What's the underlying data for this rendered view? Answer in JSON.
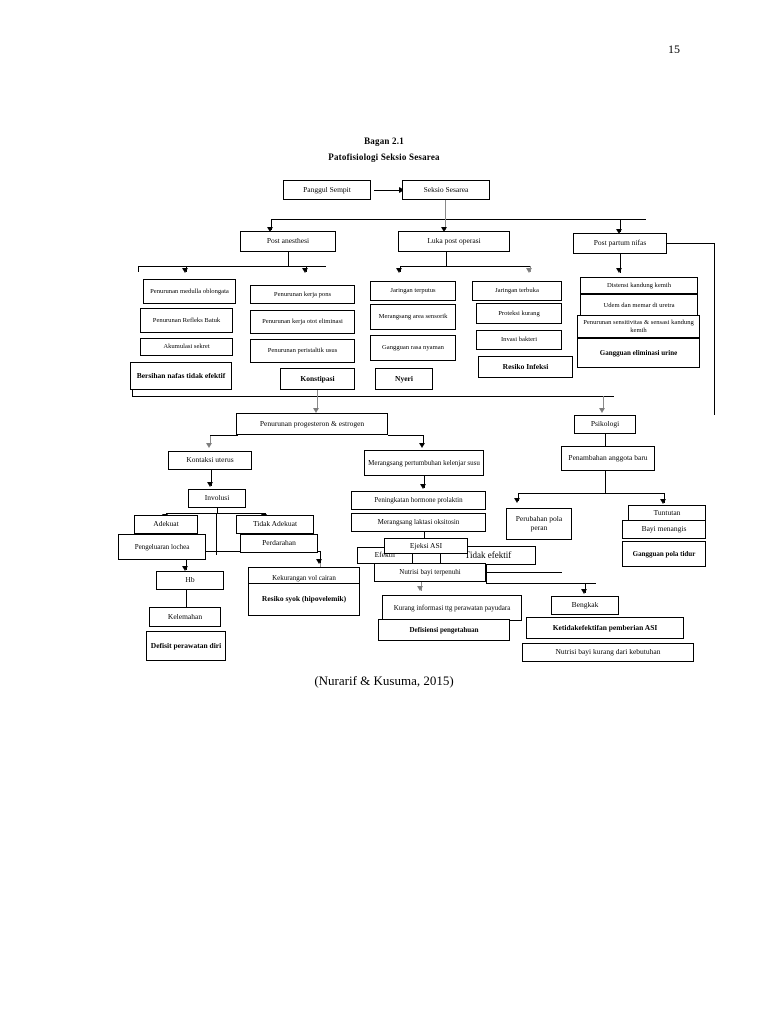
{
  "page": {
    "number": "15"
  },
  "header": {
    "title_line1": "Bagan 2.1",
    "title_line2": "Patofisiologi Seksio Sesarea"
  },
  "footer": {
    "credit": "(Nurarif & Kusuma, 2015)"
  },
  "diagram": {
    "type": "flowchart",
    "nodes": {
      "panggul_sempit": "Panggul Sempit",
      "seksio_sesarea": "Seksio Sesarea",
      "post_anesthesi": "Post anesthesi",
      "luka_post_operasi": "Luka post operasi",
      "post_partum_nifas": "Post partum nifas",
      "penurunan_medulla": "Penurunan medulla oblongata",
      "penurunan_refleks_batuk": "Penurunan Refleks Batuk",
      "akumulasi_sekret": "Akumulasi sekret",
      "bersihan_nafas": "Bersihan nafas tidak efektif",
      "penurunan_kerja_pons": "Penurunan kerja pons",
      "penurunan_kerja_otot": "Penurunan kerja otot eliminasi",
      "penurunan_peristaltik": "Penurunan peristaltik usus",
      "konstipasi": "Konstipasi",
      "jaringan_terputus": "Jaringan terputus",
      "merangsang_area_sensorik": "Merangsang area sensorik",
      "gangguan_rasa_nyaman": "Gangguan rasa nyaman",
      "nyeri": "Nyeri",
      "jaringan_terbuka": "Jaringan terbuka",
      "proteksi_kurang": "Proteksi kurang",
      "invasi_bakteri": "Invasi bakteri",
      "resiko_infeksi": "Resiko Infeksi",
      "distensi_kandung_kemih": "Distensi kandung kemih",
      "udem_memar_uretra": "Udem dan memar di uretra",
      "penurunan_sensitivitas": "Penurunan sensitivitas & sensasi kandung kemih",
      "gangguan_eliminasi_urine": "Gangguan eliminasi urine",
      "penurunan_progesteron": "Penurunan progesteron & estrogen",
      "psikologi": "Psikologi",
      "kontraksi_uterus": "Kontaksi uterus",
      "merangsang_pertumbuhan": "Merangsang pertumbuhan kelenjar susu",
      "penambahan_anggota_baru": "Penambahan anggota baru",
      "involusi": "Involusi",
      "peningkatan_prolaktin": "Peningkatan hormone prolaktin",
      "merangsang_laktasi": "Merangsang laktasi oksitosin",
      "adekuat": "Adekuat",
      "tidak_adekuat": "Tidak Adekuat",
      "pengeluaran_lochea": "Pengeluaran lochea",
      "perdarahan": "Perdarahan",
      "perubahan_pola_peran": "Perubahan pola peran",
      "tuntutan": "Tuntutan",
      "bayi_menangis": "Bayi menangis",
      "gangguan_pola_tidur": "Gangguan pola tidur",
      "ejeksi_asi": "Ejeksi ASI",
      "efektif": "Efektif",
      "tidak_efektif": "Tidak efektif",
      "nutrisi_bayi_terpenuhi": "Nutrisi bayi terpenuhi",
      "hb": "Hb",
      "kelemahan": "Kelemahan",
      "defisit_perawatan_diri": "Defisit perawatan diri",
      "kekurangan_vol_cairan": "Kekurangan vol cairan",
      "resiko_syok": "Resiko syok (hipovelemik)",
      "kurang_informasi": "Kurang informasi ttg perawatan payudara",
      "defisiensi_pengetahuan": "Defisiensi pengetahuan",
      "bengkak": "Bengkak",
      "ketidakefektifan_asi": "Ketidakefektifan pemberian ASI",
      "nutrisi_bayi_kurang": "Nutrisi bayi kurang dari kebutuhan"
    }
  }
}
